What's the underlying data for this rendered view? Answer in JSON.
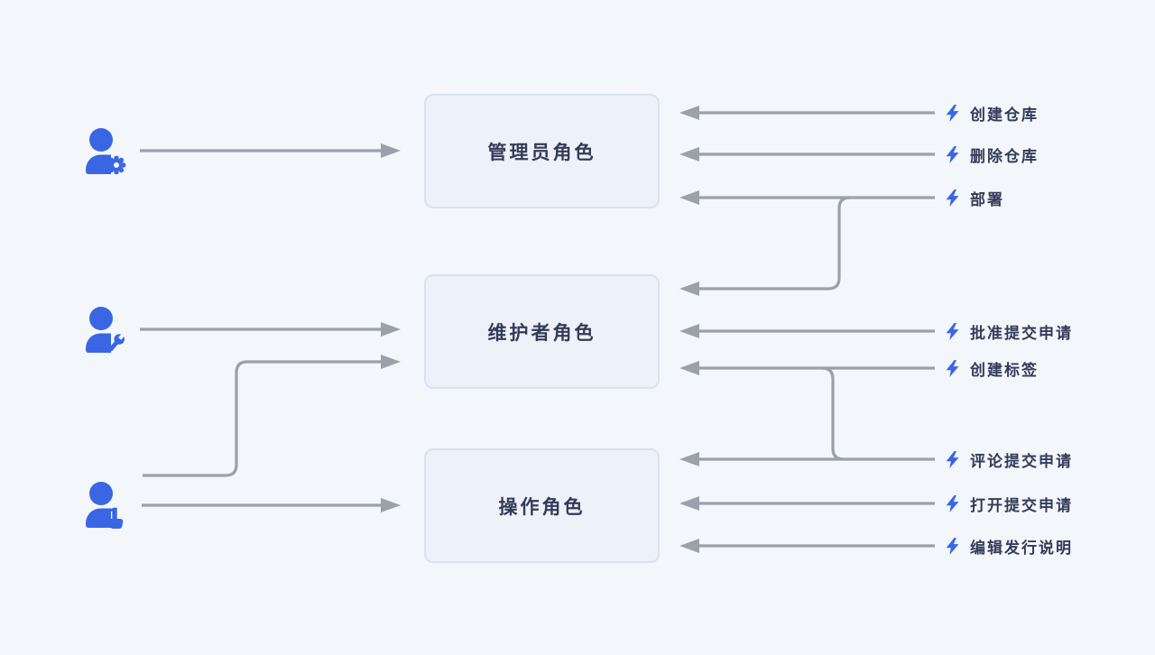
{
  "palette": {
    "background": "#F3F6FB",
    "accent_blue": "#3B66E3",
    "line_gray": "#9BA1AA",
    "box_fill": "#EDF1FA",
    "box_border": "#D9E2F4",
    "text_dark": "#333B57"
  },
  "users": [
    {
      "name": "admin-user",
      "badge_icon": "gear-icon"
    },
    {
      "name": "maintainer-user",
      "badge_icon": "wrench-icon"
    },
    {
      "name": "operator-user",
      "badge_icon": "tap-pointer-icon"
    }
  ],
  "roles": [
    {
      "label": "管理员角色"
    },
    {
      "label": "维护者角色"
    },
    {
      "label": "操作角色"
    }
  ],
  "actions": [
    {
      "label": "创建仓库",
      "icon": "lightning-bolt-icon"
    },
    {
      "label": "删除仓库",
      "icon": "lightning-bolt-icon"
    },
    {
      "label": "部署",
      "icon": "lightning-bolt-icon"
    },
    {
      "label": "批准提交申请",
      "icon": "lightning-bolt-icon"
    },
    {
      "label": "创建标签",
      "icon": "lightning-bolt-icon"
    },
    {
      "label": "评论提交申请",
      "icon": "lightning-bolt-icon"
    },
    {
      "label": "打开提交申请",
      "icon": "lightning-bolt-icon"
    },
    {
      "label": "编辑发行说明",
      "icon": "lightning-bolt-icon"
    }
  ],
  "connections": {
    "user_to_role": [
      {
        "from": "admin-user",
        "to": "管理员角色"
      },
      {
        "from": "maintainer-user",
        "to": "维护者角色"
      },
      {
        "from": "operator-user",
        "to": "操作角色"
      },
      {
        "from": "operator-user",
        "to": "维护者角色"
      }
    ],
    "action_to_role": [
      {
        "from": "创建仓库",
        "to": "管理员角色"
      },
      {
        "from": "删除仓库",
        "to": "管理员角色"
      },
      {
        "from": "部署",
        "to": "管理员角色"
      },
      {
        "from": "部署",
        "to": "维护者角色"
      },
      {
        "from": "批准提交申请",
        "to": "维护者角色"
      },
      {
        "from": "创建标签",
        "to": "维护者角色"
      },
      {
        "from": "评论提交申请",
        "to": "维护者角色"
      },
      {
        "from": "评论提交申请",
        "to": "操作角色"
      },
      {
        "from": "打开提交申请",
        "to": "操作角色"
      },
      {
        "from": "编辑发行说明",
        "to": "操作角色"
      }
    ]
  }
}
